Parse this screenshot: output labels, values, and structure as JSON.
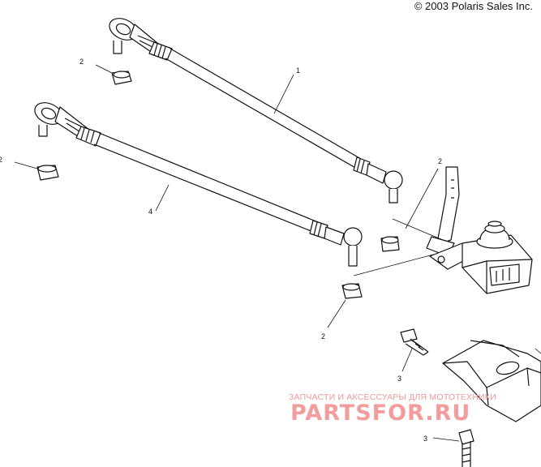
{
  "copyright": "© 2003 Polaris Sales Inc.",
  "callouts": {
    "c1": "1",
    "c2a": "2",
    "c2b": "2",
    "c2c": "2",
    "c2d": "2",
    "c3a": "3",
    "c3b": "3",
    "c4": "4"
  },
  "watermark": {
    "line": "ЗАПЧАСТИ И АКСЕССУАРЫ ДЛЯ МОТОТЕХНИКИ",
    "logo": "PARTSFOR.RU"
  },
  "colors": {
    "line": "#111111",
    "watermark": "#f28b8b"
  }
}
